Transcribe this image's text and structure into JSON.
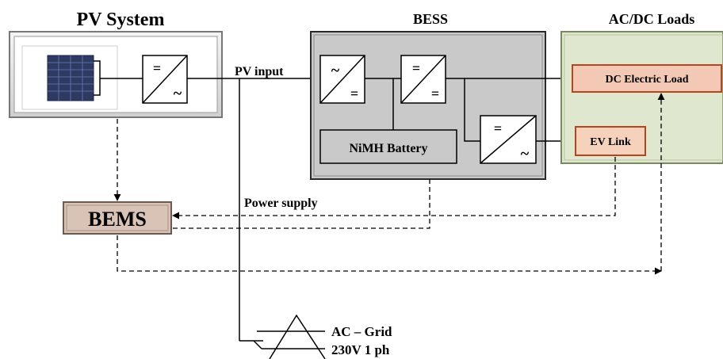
{
  "sections": {
    "pv_system": "PV System",
    "bess": "BESS",
    "loads": "AC/DC Loads"
  },
  "labels": {
    "pv_input": "PV input",
    "power_supply": "Power supply",
    "battery": "NiMH Battery",
    "bems": "BEMS",
    "dc_load": "DC Electric Load",
    "ev_link": "EV Link",
    "grid_line1": "AC  –  Grid",
    "grid_line2": "230V  1 ph"
  },
  "converter_symbols": {
    "dc": "=",
    "ac": "~"
  },
  "colors": {
    "bess_fill": "#c9c9c9",
    "loads_fill": "#dfe8cf",
    "bems_fill": "#d9c3b6",
    "dc_load_fill": "#f3c8b4",
    "ev_link_fill": "#f6d2bd",
    "load_border": "#b4451e",
    "panel_fill": "#2f3a63"
  },
  "icons": {
    "pv_panel": "solar-panel-icon",
    "grid": "transformer-icon"
  }
}
